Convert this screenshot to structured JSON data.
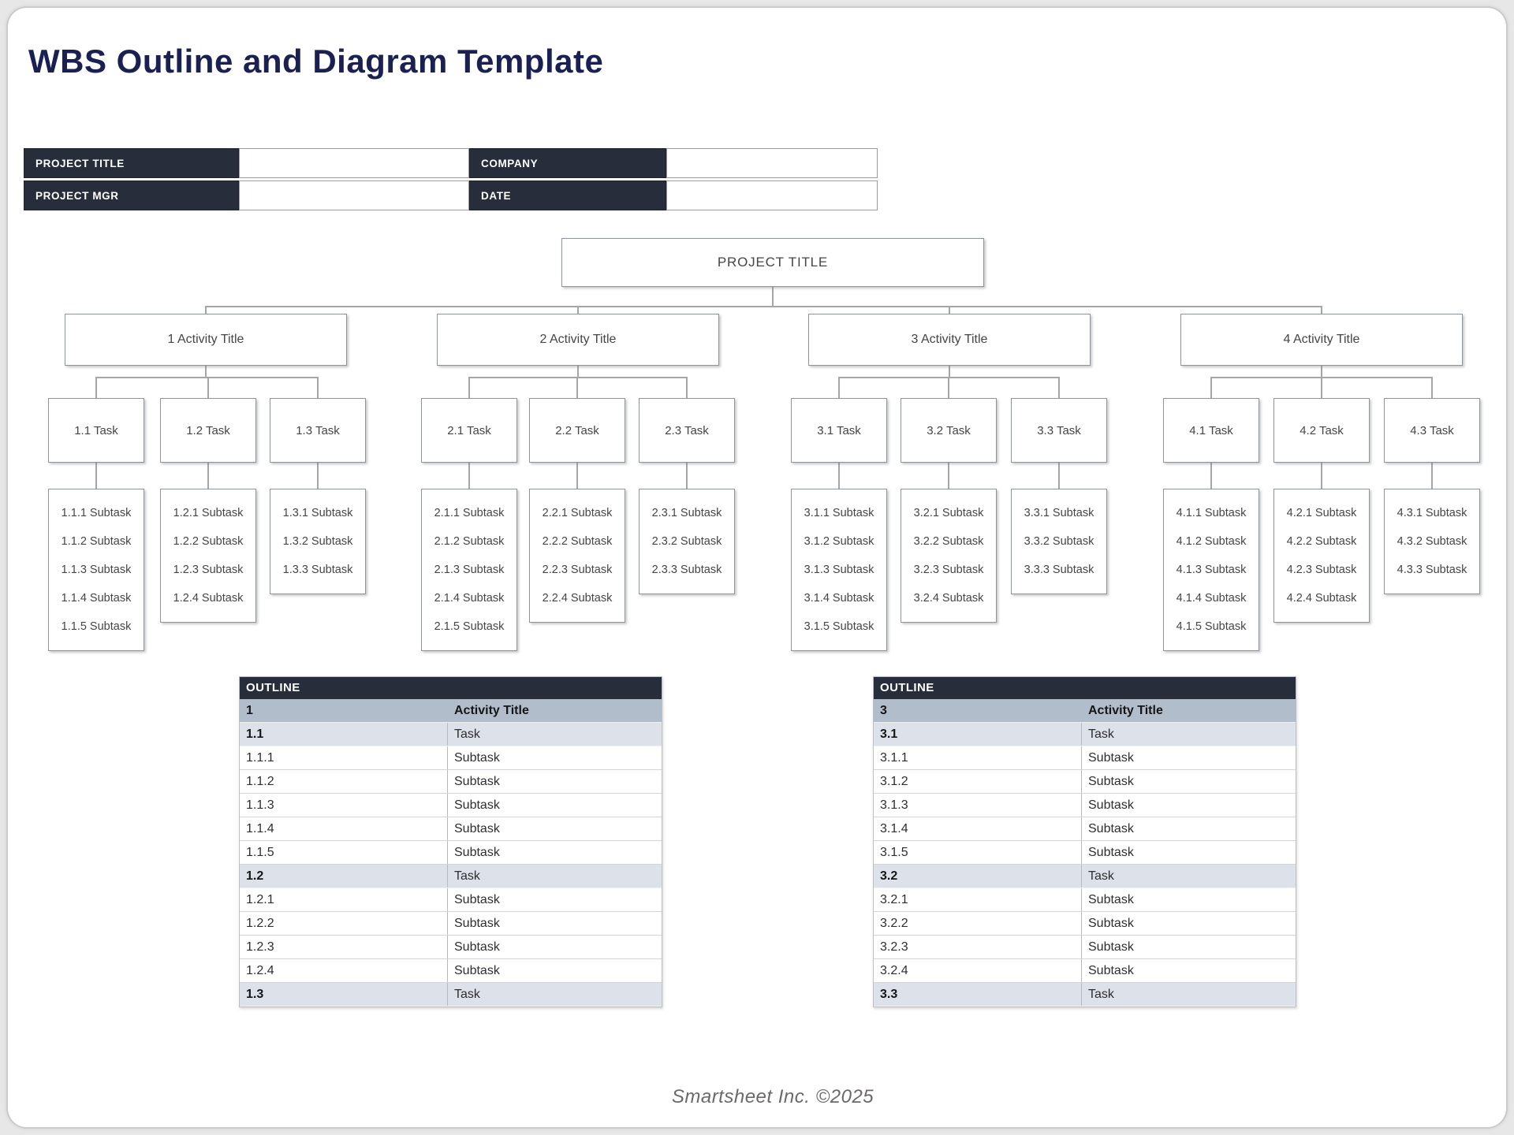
{
  "page": {
    "title": "WBS Outline and Diagram Template",
    "footer": "Smartsheet Inc. ©2025"
  },
  "form": {
    "fields": [
      {
        "label": "PROJECT TITLE",
        "value": ""
      },
      {
        "label": "COMPANY",
        "value": ""
      },
      {
        "label": "PROJECT MGR",
        "value": ""
      },
      {
        "label": "DATE",
        "value": ""
      }
    ]
  },
  "diagram": {
    "root_label": "PROJECT TITLE",
    "groups": [
      {
        "label": "1 Activity Title",
        "tasks": [
          {
            "label": "1.1 Task",
            "subtasks": [
              "1.1.1 Subtask",
              "1.1.2 Subtask",
              "1.1.3 Subtask",
              "1.1.4 Subtask",
              "1.1.5 Subtask"
            ]
          },
          {
            "label": "1.2 Task",
            "subtasks": [
              "1.2.1 Subtask",
              "1.2.2 Subtask",
              "1.2.3 Subtask",
              "1.2.4 Subtask"
            ]
          },
          {
            "label": "1.3 Task",
            "subtasks": [
              "1.3.1 Subtask",
              "1.3.2 Subtask",
              "1.3.3 Subtask"
            ]
          }
        ]
      },
      {
        "label": "2 Activity Title",
        "tasks": [
          {
            "label": "2.1 Task",
            "subtasks": [
              "2.1.1 Subtask",
              "2.1.2 Subtask",
              "2.1.3 Subtask",
              "2.1.4 Subtask",
              "2.1.5 Subtask"
            ]
          },
          {
            "label": "2.2 Task",
            "subtasks": [
              "2.2.1 Subtask",
              "2.2.2 Subtask",
              "2.2.3 Subtask",
              "2.2.4 Subtask"
            ]
          },
          {
            "label": "2.3 Task",
            "subtasks": [
              "2.3.1 Subtask",
              "2.3.2 Subtask",
              "2.3.3 Subtask"
            ]
          }
        ]
      },
      {
        "label": "3 Activity Title",
        "tasks": [
          {
            "label": "3.1 Task",
            "subtasks": [
              "3.1.1 Subtask",
              "3.1.2 Subtask",
              "3.1.3 Subtask",
              "3.1.4 Subtask",
              "3.1.5 Subtask"
            ]
          },
          {
            "label": "3.2 Task",
            "subtasks": [
              "3.2.1 Subtask",
              "3.2.2 Subtask",
              "3.2.3 Subtask",
              "3.2.4 Subtask"
            ]
          },
          {
            "label": "3.3 Task",
            "subtasks": [
              "3.3.1 Subtask",
              "3.3.2 Subtask",
              "3.3.3 Subtask"
            ]
          }
        ]
      },
      {
        "label": "4 Activity Title",
        "tasks": [
          {
            "label": "4.1 Task",
            "subtasks": [
              "4.1.1 Subtask",
              "4.1.2 Subtask",
              "4.1.3 Subtask",
              "4.1.4 Subtask",
              "4.1.5 Subtask"
            ]
          },
          {
            "label": "4.2 Task",
            "subtasks": [
              "4.2.1 Subtask",
              "4.2.2 Subtask",
              "4.2.3 Subtask",
              "4.2.4 Subtask"
            ]
          },
          {
            "label": "4.3 Task",
            "subtasks": [
              "4.3.1 Subtask",
              "4.3.2 Subtask",
              "4.3.3 Subtask"
            ]
          }
        ]
      }
    ]
  },
  "outline_tables": [
    {
      "header": "OUTLINE",
      "rows": [
        {
          "num": "1",
          "label": "Activity Title",
          "type": "activity"
        },
        {
          "num": "1.1",
          "label": "Task",
          "type": "task"
        },
        {
          "num": "1.1.1",
          "label": "Subtask",
          "type": "subtask"
        },
        {
          "num": "1.1.2",
          "label": "Subtask",
          "type": "subtask"
        },
        {
          "num": "1.1.3",
          "label": "Subtask",
          "type": "subtask"
        },
        {
          "num": "1.1.4",
          "label": "Subtask",
          "type": "subtask"
        },
        {
          "num": "1.1.5",
          "label": "Subtask",
          "type": "subtask"
        },
        {
          "num": "1.2",
          "label": "Task",
          "type": "task"
        },
        {
          "num": "1.2.1",
          "label": "Subtask",
          "type": "subtask"
        },
        {
          "num": "1.2.2",
          "label": "Subtask",
          "type": "subtask"
        },
        {
          "num": "1.2.3",
          "label": "Subtask",
          "type": "subtask"
        },
        {
          "num": "1.2.4",
          "label": "Subtask",
          "type": "subtask"
        },
        {
          "num": "1.3",
          "label": "Task",
          "type": "task"
        }
      ]
    },
    {
      "header": "OUTLINE",
      "rows": [
        {
          "num": "3",
          "label": "Activity Title",
          "type": "activity"
        },
        {
          "num": "3.1",
          "label": "Task",
          "type": "task"
        },
        {
          "num": "3.1.1",
          "label": "Subtask",
          "type": "subtask"
        },
        {
          "num": "3.1.2",
          "label": "Subtask",
          "type": "subtask"
        },
        {
          "num": "3.1.3",
          "label": "Subtask",
          "type": "subtask"
        },
        {
          "num": "3.1.4",
          "label": "Subtask",
          "type": "subtask"
        },
        {
          "num": "3.1.5",
          "label": "Subtask",
          "type": "subtask"
        },
        {
          "num": "3.2",
          "label": "Task",
          "type": "task"
        },
        {
          "num": "3.2.1",
          "label": "Subtask",
          "type": "subtask"
        },
        {
          "num": "3.2.2",
          "label": "Subtask",
          "type": "subtask"
        },
        {
          "num": "3.2.3",
          "label": "Subtask",
          "type": "subtask"
        },
        {
          "num": "3.2.4",
          "label": "Subtask",
          "type": "subtask"
        },
        {
          "num": "3.3",
          "label": "Task",
          "type": "task"
        }
      ]
    }
  ],
  "colors": {
    "title_navy": "#1a2152",
    "header_dark": "#272d3a",
    "row_activity": "#b1bdcb",
    "row_task": "#dce1ea",
    "connector": "#a6a6a6",
    "box_border": "#8f949c"
  }
}
